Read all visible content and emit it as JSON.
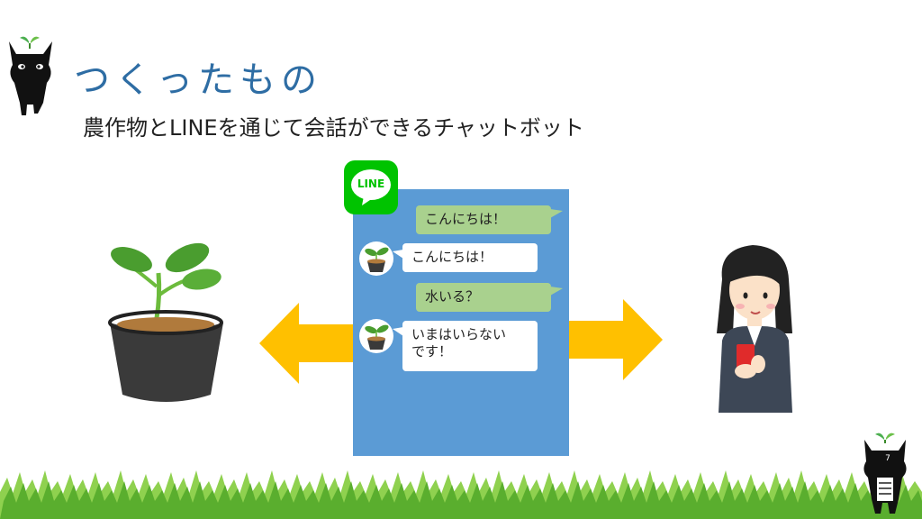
{
  "slide": {
    "title": "つくったもの",
    "subtitle": "農作物とLINEを通じて会話ができるチャットボット",
    "page_number": "7"
  },
  "line_logo": {
    "text": "LINE",
    "color": "#00c300"
  },
  "chat": {
    "messages": [
      {
        "side": "sent",
        "text": "こんにちは！"
      },
      {
        "side": "received",
        "text": "こんにちは！"
      },
      {
        "side": "sent",
        "text": "水いる？"
      },
      {
        "side": "received",
        "lines": [
          "いまはいらない",
          "です！"
        ]
      }
    ]
  },
  "icons": {
    "mascot": "black-cat-sprout-icon",
    "plant": "potted-seedling-icon",
    "person": "woman-with-phone-icon",
    "arrows": "double-arrow-icon"
  },
  "colors": {
    "title": "#2e6da4",
    "chat_panel": "#5b9bd5",
    "sent_bubble": "#a9d18e",
    "received_bubble": "#ffffff",
    "arrow": "#ffc000",
    "grass": "#7ec242"
  }
}
